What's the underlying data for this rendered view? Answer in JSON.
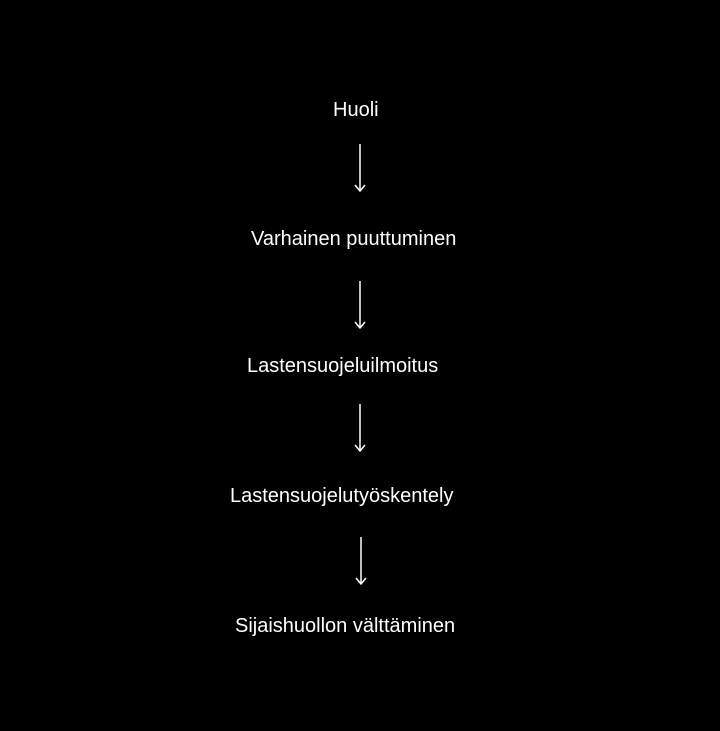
{
  "diagram": {
    "type": "vertical-flow",
    "background_color": "#000000",
    "text_color": "#ffffff",
    "steps": [
      {
        "label": "Huoli"
      },
      {
        "label": "Varhainen puuttuminen"
      },
      {
        "label": "Lastensuojeluilmoitus"
      },
      {
        "label": "Lastensuojelutyöskentely"
      },
      {
        "label": "Sijaishuollon välttäminen"
      }
    ],
    "connectors": [
      {
        "icon": "arrow-down-icon"
      },
      {
        "icon": "arrow-down-icon"
      },
      {
        "icon": "arrow-down-icon"
      },
      {
        "icon": "arrow-down-icon"
      }
    ]
  }
}
